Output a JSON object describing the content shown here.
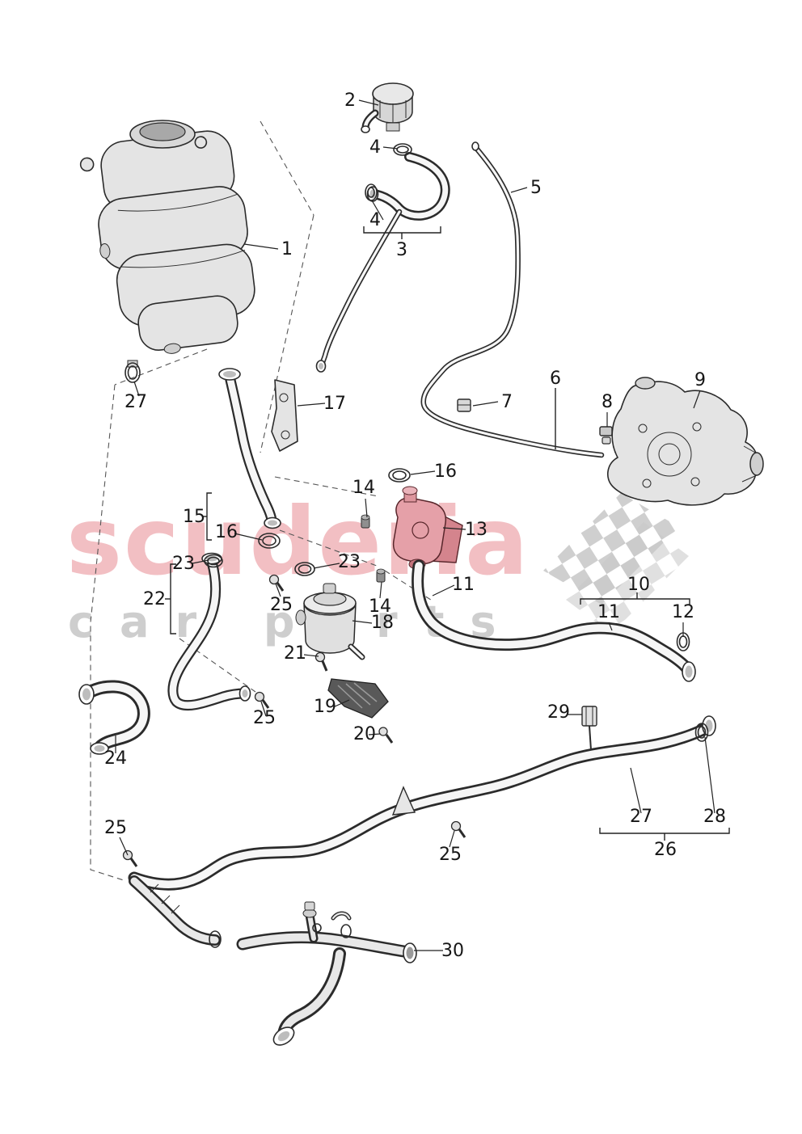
{
  "page": {
    "background": "#ffffff"
  },
  "watermark": {
    "brand": "scuderia",
    "subtitle": "car parts",
    "brand_color": "#e26873",
    "subtitle_color": "#c9c9c9"
  },
  "diagram": {
    "description": "Exploded parts diagram: coolant expansion tank, caps, hoses, pipes, clamps, auxiliary water pump and valves",
    "highlight_color": "#e5a0a8",
    "part_labels": [
      "2",
      "4",
      "4",
      "3",
      "5",
      "1",
      "27",
      "17",
      "7",
      "6",
      "8",
      "9",
      "16",
      "14",
      "13",
      "15",
      "16",
      "23",
      "23",
      "22",
      "25",
      "14",
      "11",
      "10",
      "11",
      "12",
      "18",
      "21",
      "19",
      "25",
      "20",
      "24",
      "29",
      "27",
      "28",
      "26",
      "25",
      "25",
      "30"
    ]
  }
}
